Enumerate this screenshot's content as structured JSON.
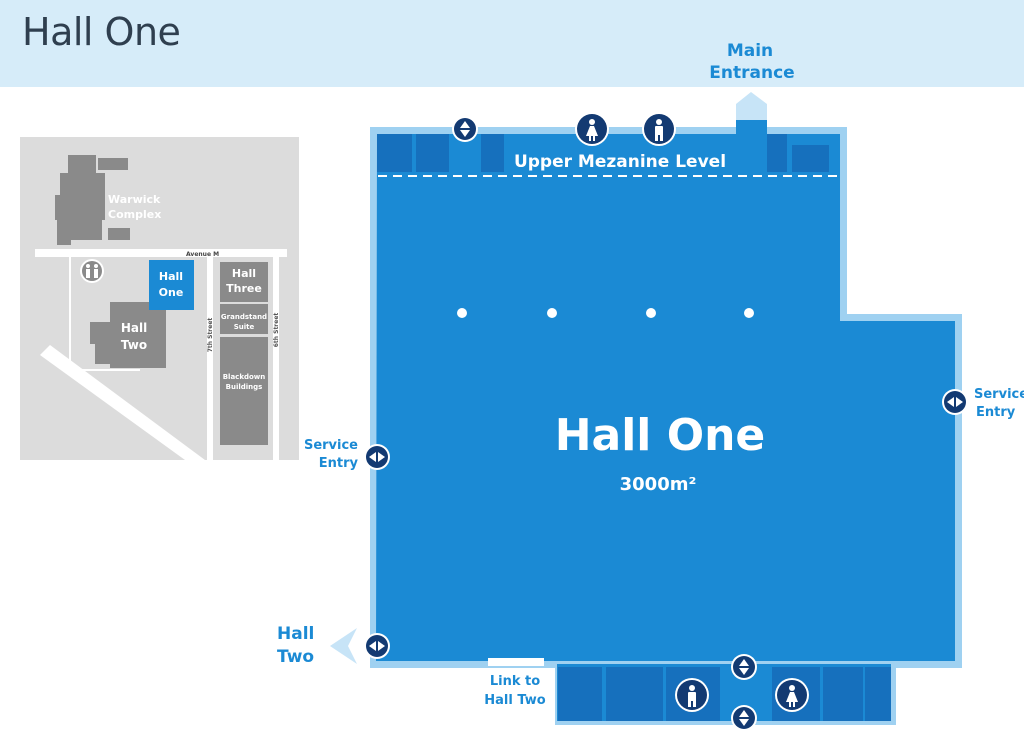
{
  "page": {
    "title": "Hall One"
  },
  "colors": {
    "header_bg": "#d6ecf9",
    "hall_fill": "#1b8ad4",
    "hall_outline": "#9fd1f1",
    "dark_block": "#1670bd",
    "icon_navy": "#133a72",
    "label_blue": "#1b8ad4",
    "inset_bg": "#dcdcdc",
    "inset_building": "#8a8a8a",
    "inset_highlight": "#1b8ad4"
  },
  "hall": {
    "name": "Hall One",
    "area": "3000m²",
    "mezzanine_label": "Upper Mezanine Level",
    "columns_count": 4
  },
  "labels": {
    "main_entrance": [
      "Main",
      "Entrance"
    ],
    "service_entry_left": [
      "Service",
      "Entry"
    ],
    "service_entry_right": [
      "Service",
      "Entry"
    ],
    "hall_two": [
      "Hall",
      "Two"
    ],
    "link_to_hall_two": [
      "Link to",
      "Hall Two"
    ]
  },
  "icons": {
    "lift": "lift-icon",
    "female_toilet": "female-toilet-icon",
    "male_toilet": "male-toilet-icon",
    "door": "door-arrows-icon",
    "arrow": "direction-arrow-icon"
  },
  "inset_map": {
    "avenue": "Avenue M",
    "street_7": "7th Street",
    "street_6": "6th Street",
    "buildings": {
      "warwick": [
        "Warwick",
        "Complex"
      ],
      "hall_one": [
        "Hall",
        "One"
      ],
      "hall_two": [
        "Hall",
        "Two"
      ],
      "hall_three": [
        "Hall",
        "Three"
      ],
      "grandstand": [
        "Grandstand",
        "Suite"
      ],
      "blackdown": [
        "Blackdown",
        "Buildings"
      ]
    }
  }
}
